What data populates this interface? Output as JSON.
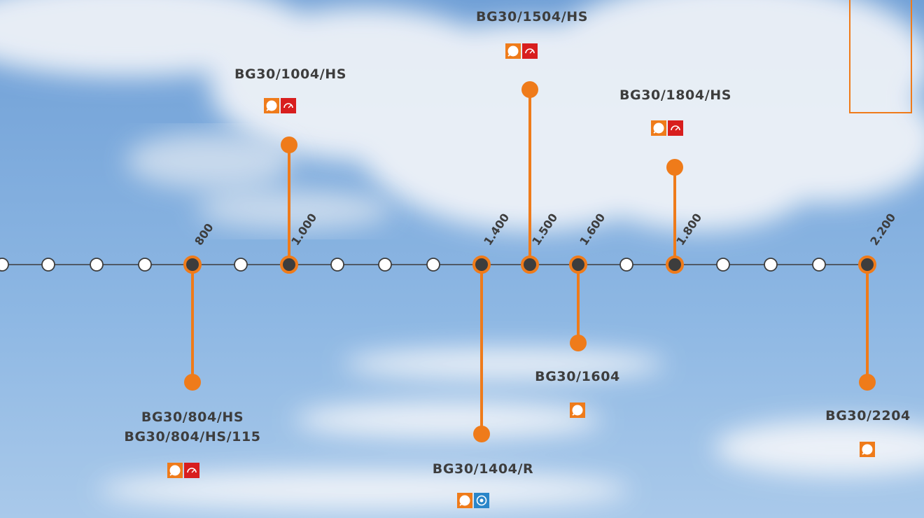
{
  "colors": {
    "accent": "#ef7b1a",
    "major_node": "#3d3d3d",
    "minor_node": "#ffffff",
    "text": "#3d3d3d",
    "icon_red": "#d81e1e",
    "icon_blue": "#2a86c9"
  },
  "ticks": [
    "800",
    "1.000",
    "1.400",
    "1.500",
    "1.600",
    "1.800",
    "2.200"
  ],
  "models": [
    {
      "id": "bg30-804",
      "lines": [
        "BG30/804/HS",
        "BG30/804/HS/115"
      ],
      "icons": [
        "tool-icon",
        "rapid-icon"
      ]
    },
    {
      "id": "bg30-1004",
      "lines": [
        "BG30/1004/HS"
      ],
      "icons": [
        "tool-icon",
        "rapid-icon"
      ]
    },
    {
      "id": "bg30-1404",
      "lines": [
        "BG30/1404/R"
      ],
      "icons": [
        "tool-icon",
        "rotation-icon"
      ]
    },
    {
      "id": "bg30-1504",
      "lines": [
        "BG30/1504/HS"
      ],
      "icons": [
        "tool-icon",
        "rapid-icon"
      ]
    },
    {
      "id": "bg30-1604",
      "lines": [
        "BG30/1604"
      ],
      "icons": [
        "tool-icon"
      ]
    },
    {
      "id": "bg30-1804",
      "lines": [
        "BG30/1804/HS"
      ],
      "icons": [
        "tool-icon",
        "rapid-icon"
      ]
    },
    {
      "id": "bg30-2204",
      "lines": [
        "BG30/2204"
      ],
      "icons": [
        "tool-icon"
      ]
    }
  ]
}
